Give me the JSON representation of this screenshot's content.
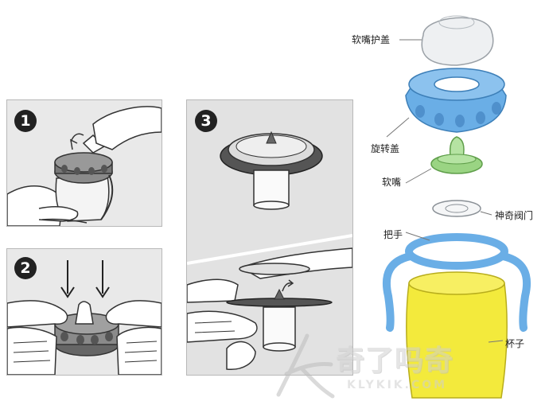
{
  "steps": [
    {
      "number": "1",
      "illustration": "attach-ring-to-bottle"
    },
    {
      "number": "2",
      "illustration": "press-spout-into-ring"
    },
    {
      "number": "3",
      "illustration": "insert-valve-into-spout"
    }
  ],
  "parts": {
    "cap": "软嘴护盖",
    "ring": "旋转盖",
    "spout": "软嘴",
    "valve": "神奇阀门",
    "handle": "把手",
    "cup": "杯子"
  },
  "colors": {
    "ring_blue": "#6aaee6",
    "spout_green": "#9ad483",
    "cup_yellow": "#f3ea3c",
    "cap_clear": "#eef0f2",
    "panel_bg": "#e9e9e9"
  },
  "watermark": {
    "cn": "奇了吗奇",
    "en": "KLYKIK.COM"
  }
}
